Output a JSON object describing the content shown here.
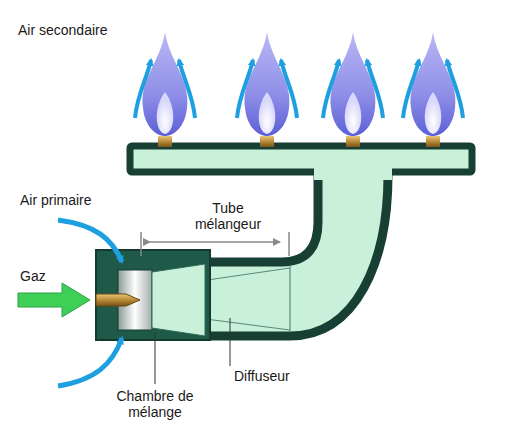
{
  "diagram": {
    "labels": [
      "Air secondaire",
      "Air primaire",
      "Gaz",
      "Tube mélangeur",
      "Chambre de mélange",
      "Diffuseur"
    ]
  }
}
